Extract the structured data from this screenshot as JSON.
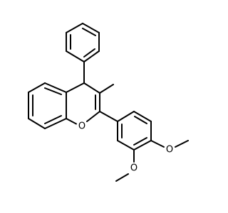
{
  "molecule": {
    "atom_labels": {
      "ring_oxygen": "O",
      "methoxy_oxygen_para": "O",
      "methoxy_oxygen_meta": "O"
    },
    "substituent_labels": {
      "methyl": "",
      "methoxy_methyl_para": "",
      "methoxy_methyl_meta": ""
    },
    "colors": {
      "bond": "#000000",
      "atom_text": "#000000",
      "background": "#ffffff"
    }
  }
}
